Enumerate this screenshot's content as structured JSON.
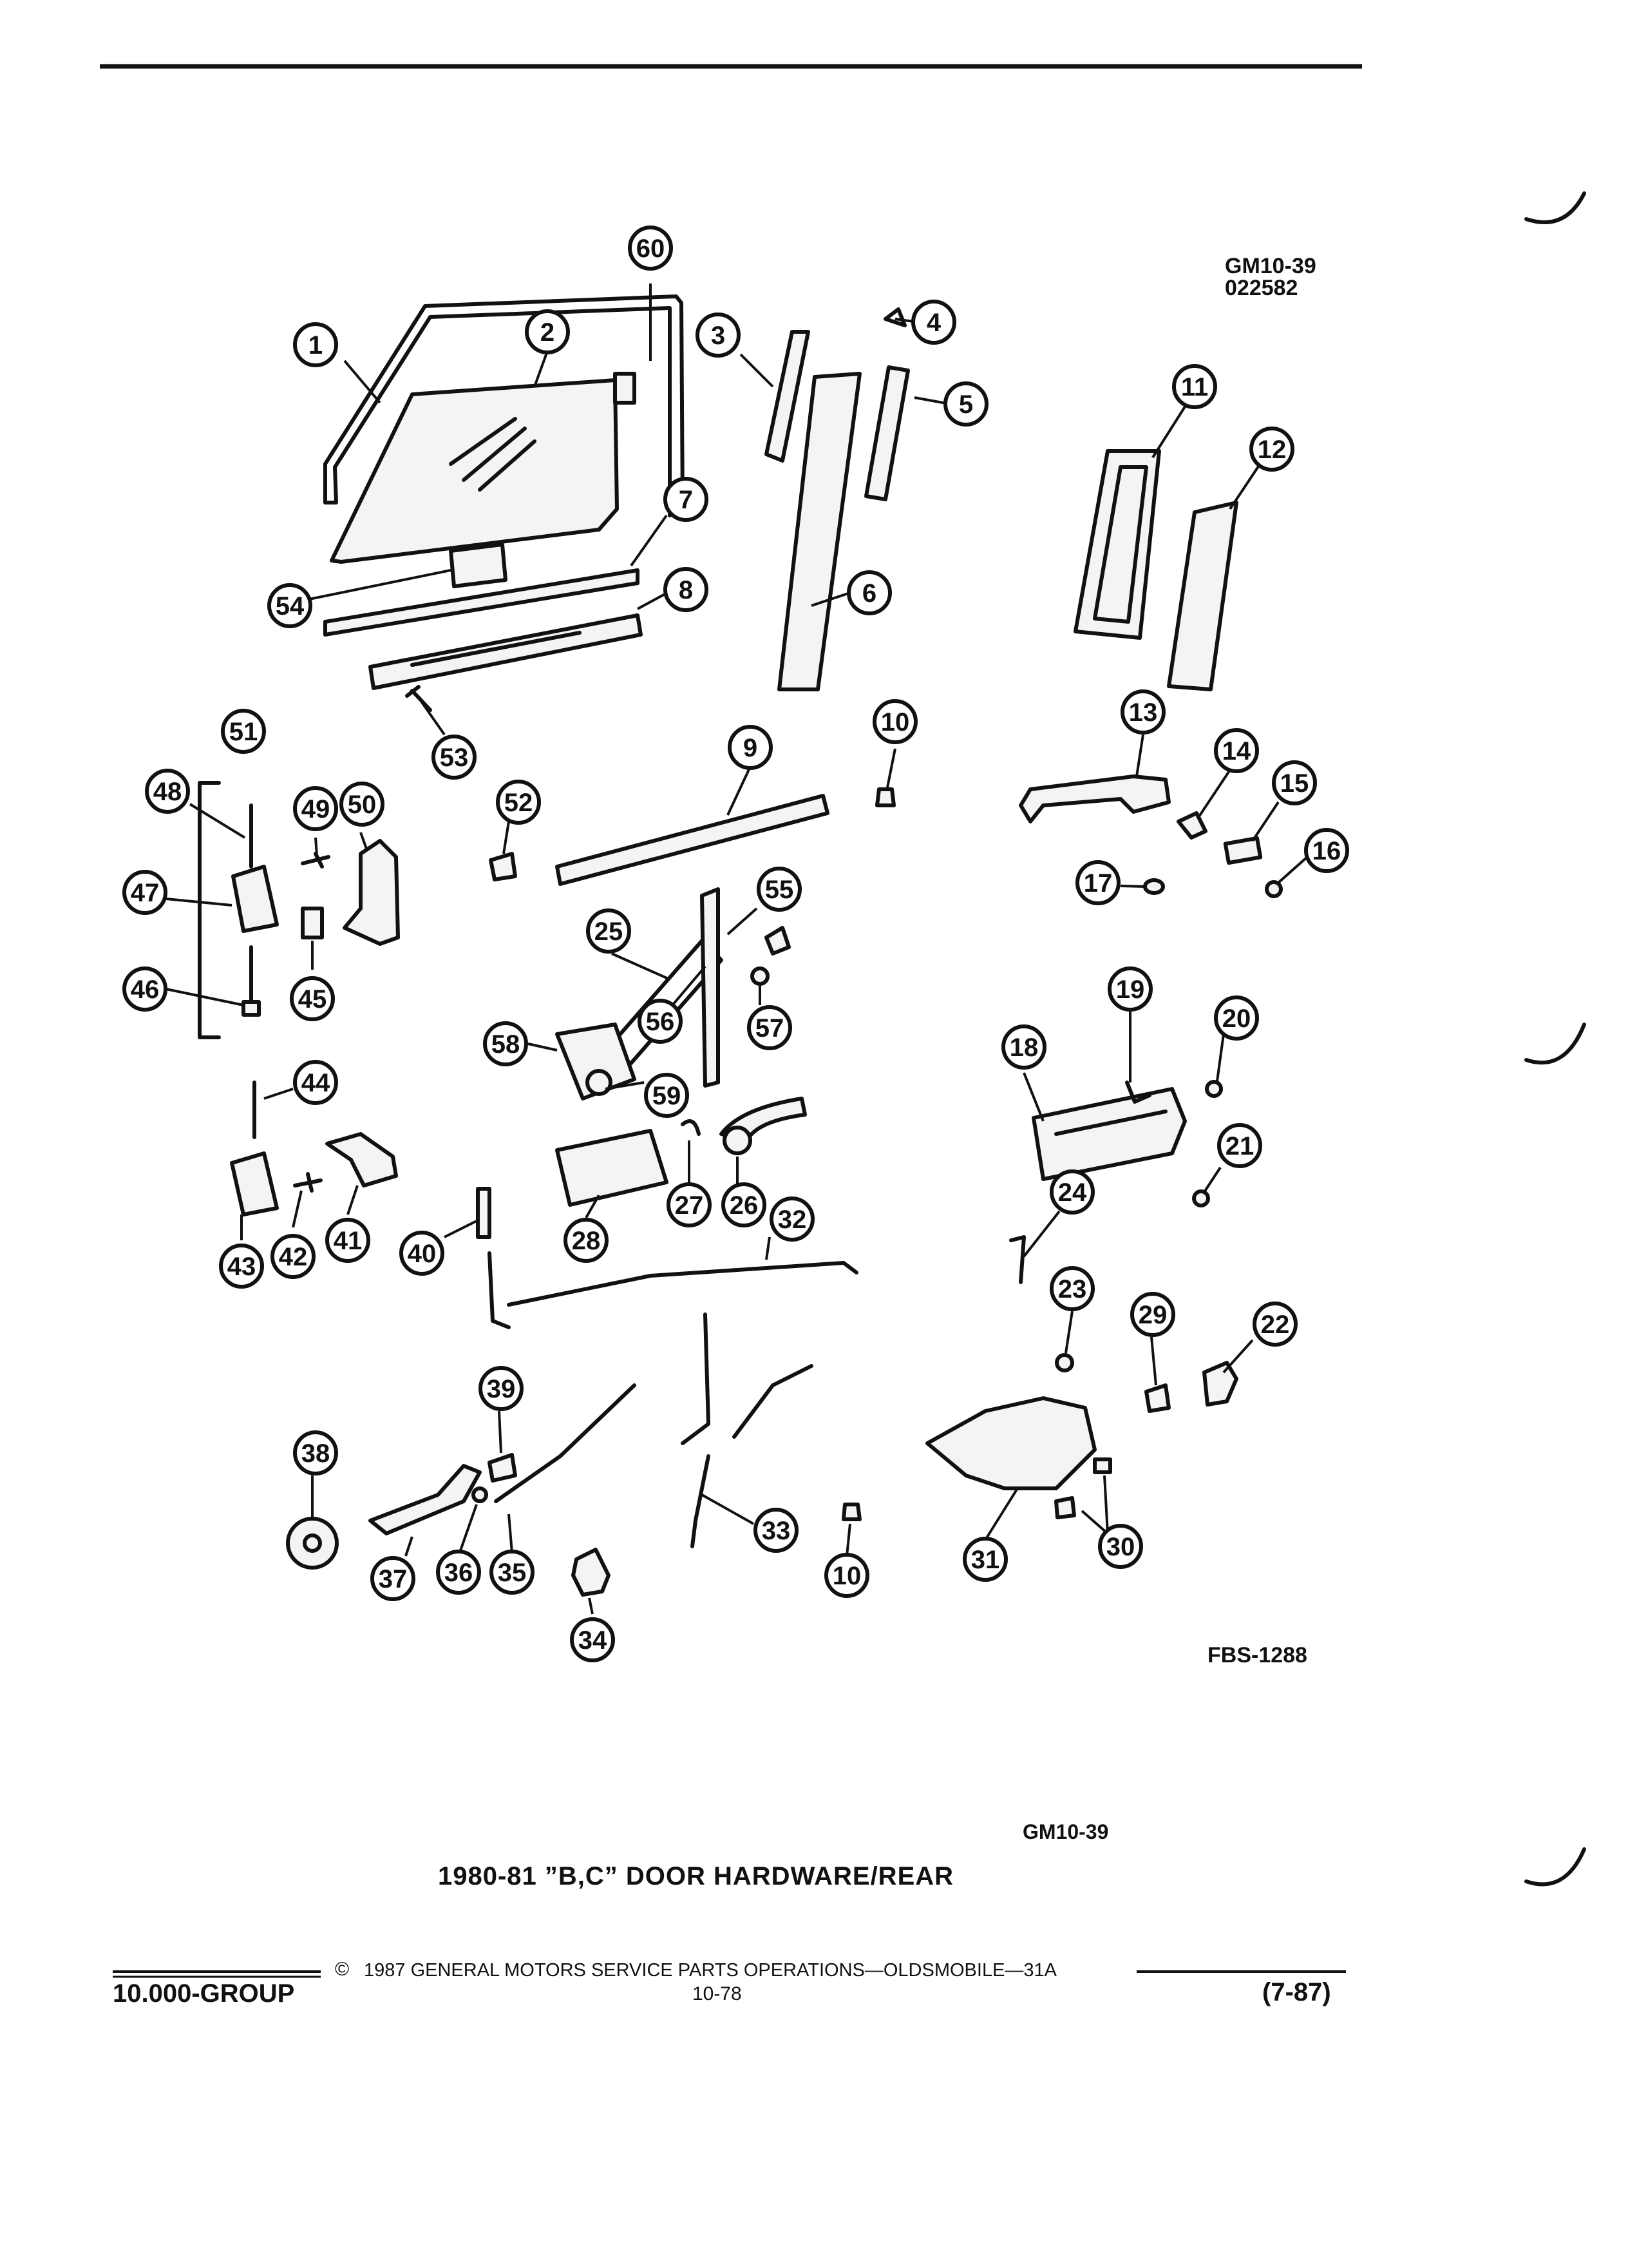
{
  "header": {
    "figure_code": "GM10-39",
    "figure_date": "022582"
  },
  "callouts": [
    "60",
    "1",
    "2",
    "3",
    "4",
    "5",
    "6",
    "7",
    "8",
    "54",
    "53",
    "9",
    "10",
    "11",
    "12",
    "13",
    "14",
    "15",
    "16",
    "17",
    "51",
    "48",
    "49",
    "50",
    "47",
    "46",
    "45",
    "52",
    "25",
    "55",
    "56",
    "57",
    "58",
    "59",
    "44",
    "43",
    "42",
    "41",
    "40",
    "28",
    "27",
    "26",
    "32",
    "24",
    "18",
    "19",
    "20",
    "21",
    "23",
    "29",
    "22",
    "39",
    "38",
    "37",
    "36",
    "35",
    "33",
    "34",
    "10",
    "31",
    "30"
  ],
  "figure_ref": "FBS-1288",
  "caption_code": "GM10-39",
  "caption_title": "1980-81 ”B,C” DOOR HARDWARE/REAR",
  "footer": {
    "copyright_symbol": "©",
    "copyright_text": "1987  GENERAL MOTORS SERVICE PARTS OPERATIONS—OLDSMOBILE—31A",
    "group": "10.000-GROUP",
    "page_number": "10-78",
    "revision": "(7-87)"
  }
}
